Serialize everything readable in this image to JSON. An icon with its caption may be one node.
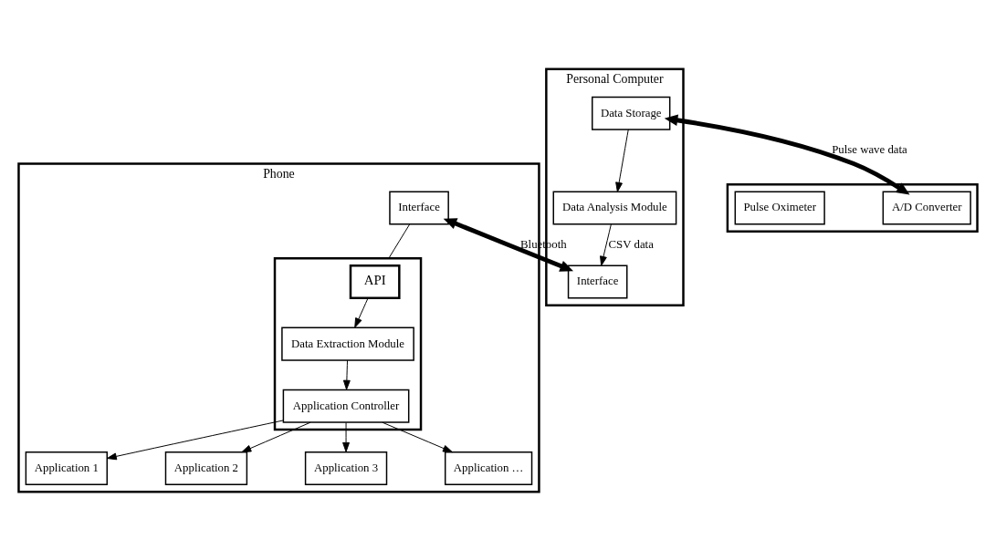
{
  "diagram": {
    "nodes": [
      {
        "text": [
          "Phone"
        ]
      },
      {
        "text": [
          "Interface"
        ],
        "in": 0
      },
      {
        "text": [
          "API"
        ],
        "in": 0
      },
      {
        "text": [
          "Application Controller"
        ],
        "in": 2
      },
      {
        "text": [
          "Data Extraction Module"
        ],
        "in": 2
      },
      {
        "text": [
          "Application 1"
        ],
        "in": 0
      },
      {
        "text": [
          "Application 2"
        ],
        "in": 0
      },
      {
        "text": [
          "Application 3"
        ],
        "in": 0
      },
      {
        "text": [
          "Application …"
        ],
        "in": 0
      },
      {
        "text": [
          "Personal Computer"
        ]
      },
      {
        "text": [
          "Interface"
        ],
        "in": 9
      },
      {
        "text": [
          "Data Analysis Module"
        ],
        "in": 9
      },
      {
        "text": [
          "Data Storage"
        ],
        "in": 9
      },
      {
        "text": [],
        "shape": "box"
      },
      {
        "text": [
          "A/D Converter"
        ],
        "in": 13
      },
      {
        "text": [
          "Pulse Oximeter"
        ],
        "in": 13
      }
    ],
    "edges": [
      {
        "from": 1,
        "to": 2,
        "arrow": "none"
      },
      {
        "from": 2,
        "to": 4,
        "arrow": "to"
      },
      {
        "from": 4,
        "to": 3,
        "arrow": "to"
      },
      {
        "from": 3,
        "to": 5,
        "arrow": "to"
      },
      {
        "from": 3,
        "to": 6,
        "arrow": "to"
      },
      {
        "from": 3,
        "to": 7,
        "arrow": "to"
      },
      {
        "from": 3,
        "to": 8,
        "arrow": "to"
      },
      {
        "from": 1,
        "to": 10,
        "arrow": "both",
        "label": "Bluetooth",
        "style": "thick"
      },
      {
        "from": 11,
        "to": 10,
        "arrow": "to",
        "label": "CSV data"
      },
      {
        "from": 12,
        "to": 11,
        "arrow": "to"
      },
      {
        "from": 12,
        "to": 14,
        "arrow": "both",
        "label": "Pulse wave data",
        "style": "thick"
      }
    ]
  }
}
